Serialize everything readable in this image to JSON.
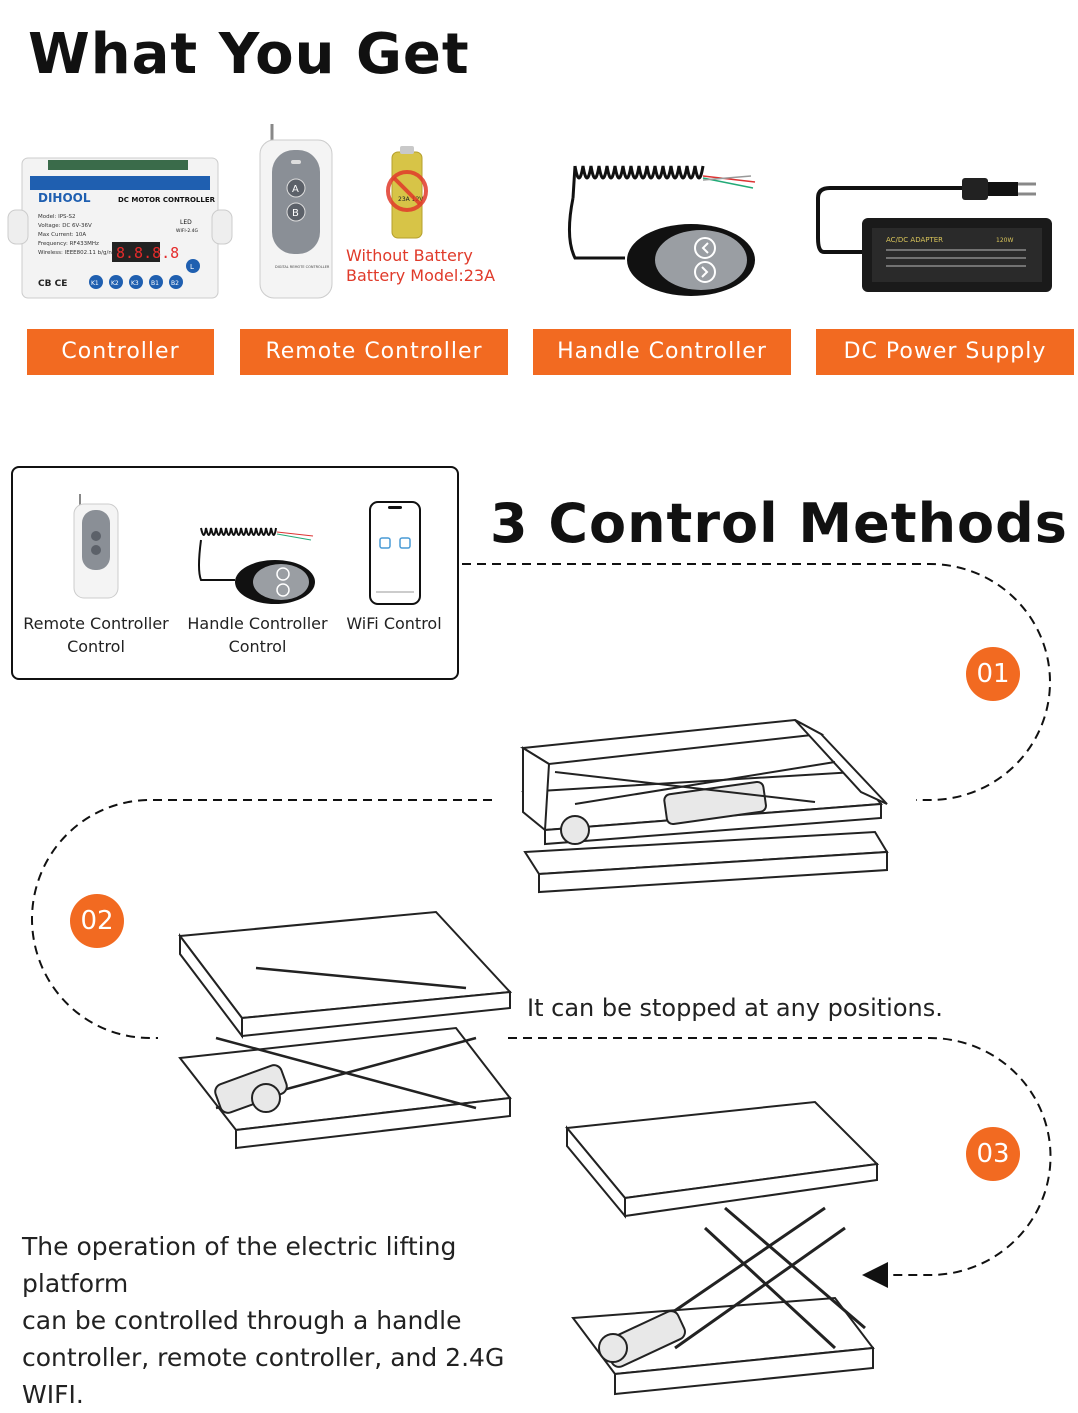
{
  "header": {
    "title": "What You Get"
  },
  "products": [
    {
      "label": "Controller"
    },
    {
      "label": "Remote Controller"
    },
    {
      "label": "Handle Controller"
    },
    {
      "label": "DC Power Supply"
    }
  ],
  "controller_device": {
    "brand": "DIHOOL",
    "heading": "DC MOTOR CONTROLLER",
    "specs": [
      "Model: IPS-S2",
      "Voltage: DC 6V-36V",
      "Max Current: 10A",
      "Frequency: RF433MHz",
      "Wireless: IEEE802.11 b/g/n"
    ],
    "display": "8.8.8.8",
    "led_label": "LED",
    "wifi_label": "WIFI-2.4G",
    "cert": "CB CE",
    "buttons": [
      "K1",
      "K2",
      "K3",
      "B1",
      "B2"
    ],
    "extra_button": "L"
  },
  "remote_device": {
    "button_a": "A",
    "button_b": "B",
    "caption": "DIGITAL REMOTE CONTROLLER"
  },
  "battery": {
    "line1": "Without Battery",
    "line2": "Battery Model:23A",
    "cell_label": "23A 12V"
  },
  "power_supply": {
    "label": "AC/DC ADAPTER",
    "watt": "120W"
  },
  "control_methods": {
    "heading": "3 Control Methods",
    "items": [
      {
        "line1": "Remote Controller",
        "line2": "Control"
      },
      {
        "line1": "Handle Controller",
        "line2": "Control"
      },
      {
        "line1": "WiFi Control",
        "line2": ""
      }
    ]
  },
  "steps": [
    "01",
    "02",
    "03"
  ],
  "stopped_text": "It can be stopped at any positions.",
  "description": {
    "line1": "The operation of the electric lifting platform",
    "line2": "can be controlled through a handle",
    "line3": "controller, remote controller, and 2.4G WIFI."
  },
  "colors": {
    "accent": "#f26a21",
    "battery_note": "#e03a2a",
    "controller_blue": "#1f5fb0"
  }
}
